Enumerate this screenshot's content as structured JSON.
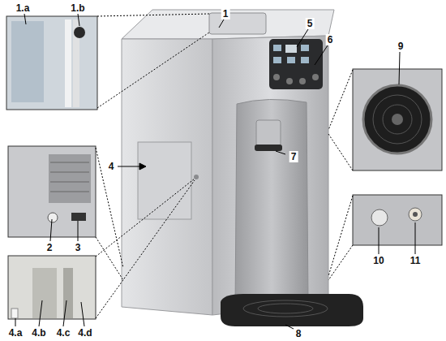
{
  "diagram": {
    "labels": [
      "1.a",
      "1.b",
      "1",
      "5",
      "6",
      "9",
      "4",
      "7",
      "2",
      "3",
      "8",
      "10",
      "11",
      "4.a",
      "4.b",
      "4.c",
      "4.d"
    ]
  }
}
